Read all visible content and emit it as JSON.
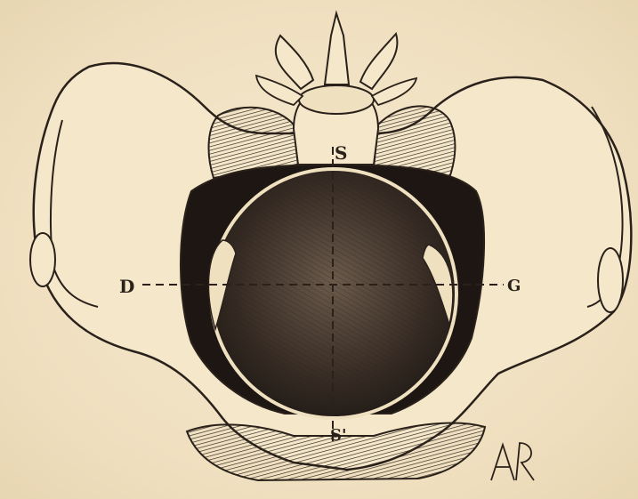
{
  "figure": {
    "labels": {
      "top": "S",
      "bottom": "S'",
      "left": "D",
      "right": "G"
    },
    "colors": {
      "paper": "#f1e4c6",
      "ink": "#2a211a",
      "dark_fill": "#1d1612",
      "head": "#3c302a"
    }
  }
}
